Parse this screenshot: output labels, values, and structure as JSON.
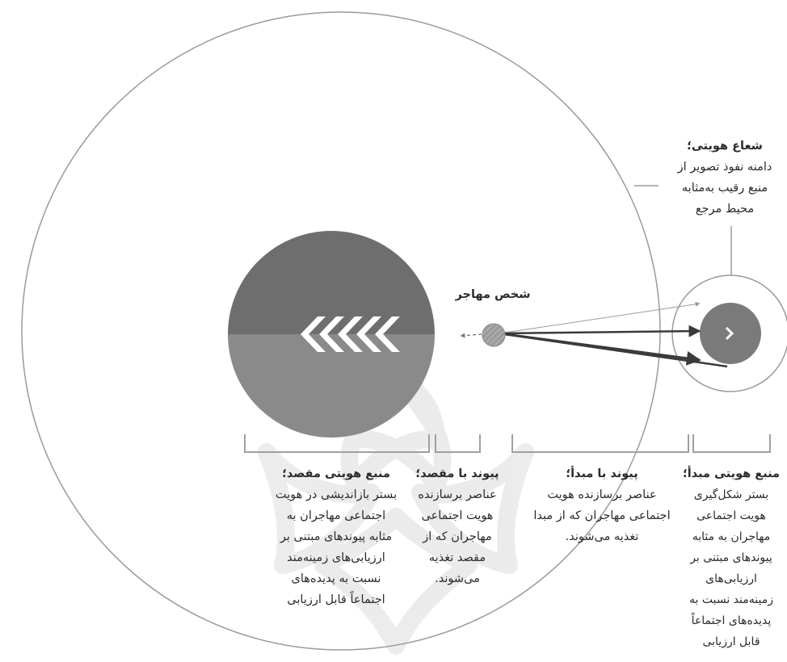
{
  "labels": {
    "migrant_person": "شخص مهاجر",
    "identity_radiation": {
      "title": "شعاع هویتی؛",
      "lines": [
        "دامنه نفوذ تصویر از",
        "منبع رقیب به‌مثابه",
        "محیط مرجع"
      ]
    },
    "destination_source": {
      "title": "منبع هویتی مقصد؛",
      "lines": [
        "بستر بازاندیشی در هویت",
        "اجتماعی مهاجران به",
        "مثابه پیوندهای مبتنی بر",
        "ارزیابی‌های زمینه‌مند",
        "نسبت به پدیده‌های",
        "اجتماعاً قابل ارزیابی"
      ]
    },
    "destination_bond": {
      "title": "پیوند با مقصد؛",
      "lines": [
        "عناصر برسازنده",
        "هویت اجتماعی",
        "مهاجران که از",
        "مقصد تغذیه",
        "می‌شوند."
      ]
    },
    "origin_bond": {
      "title": "پیوند با مبدأ؛",
      "lines": [
        "عناصر برسازنده هویت",
        "اجتماعی مهاجران که از مبدا",
        "تغذیه می‌شوند."
      ]
    },
    "origin_source": {
      "title": "منبع هویتی مبدأ؛",
      "lines": [
        "بستر شکل‌گیری",
        "هویت اجتماعی",
        "مهاجران به مثابه",
        "پیوندهای مبتنی بر",
        "ارزیابی‌های",
        "زمینه‌مند نسبت به",
        "پدیده‌های اجتماعاً",
        "قابل ارزیابی"
      ]
    }
  },
  "icons": {
    "destination_symbol": "chevrons-left-icon",
    "origin_symbol": "chevron-right-icon",
    "watermark": "rosette-watermark"
  },
  "colors": {
    "destination_top": "#6e6e6e",
    "destination_bottom": "#8a8a8a",
    "origin_fill": "#7a7a7a",
    "migrant_fill": "#8c8c8c",
    "arrow_dark": "#3a3a3a",
    "bracket": "#a0a0a0",
    "outline": "#9a9a9a"
  }
}
